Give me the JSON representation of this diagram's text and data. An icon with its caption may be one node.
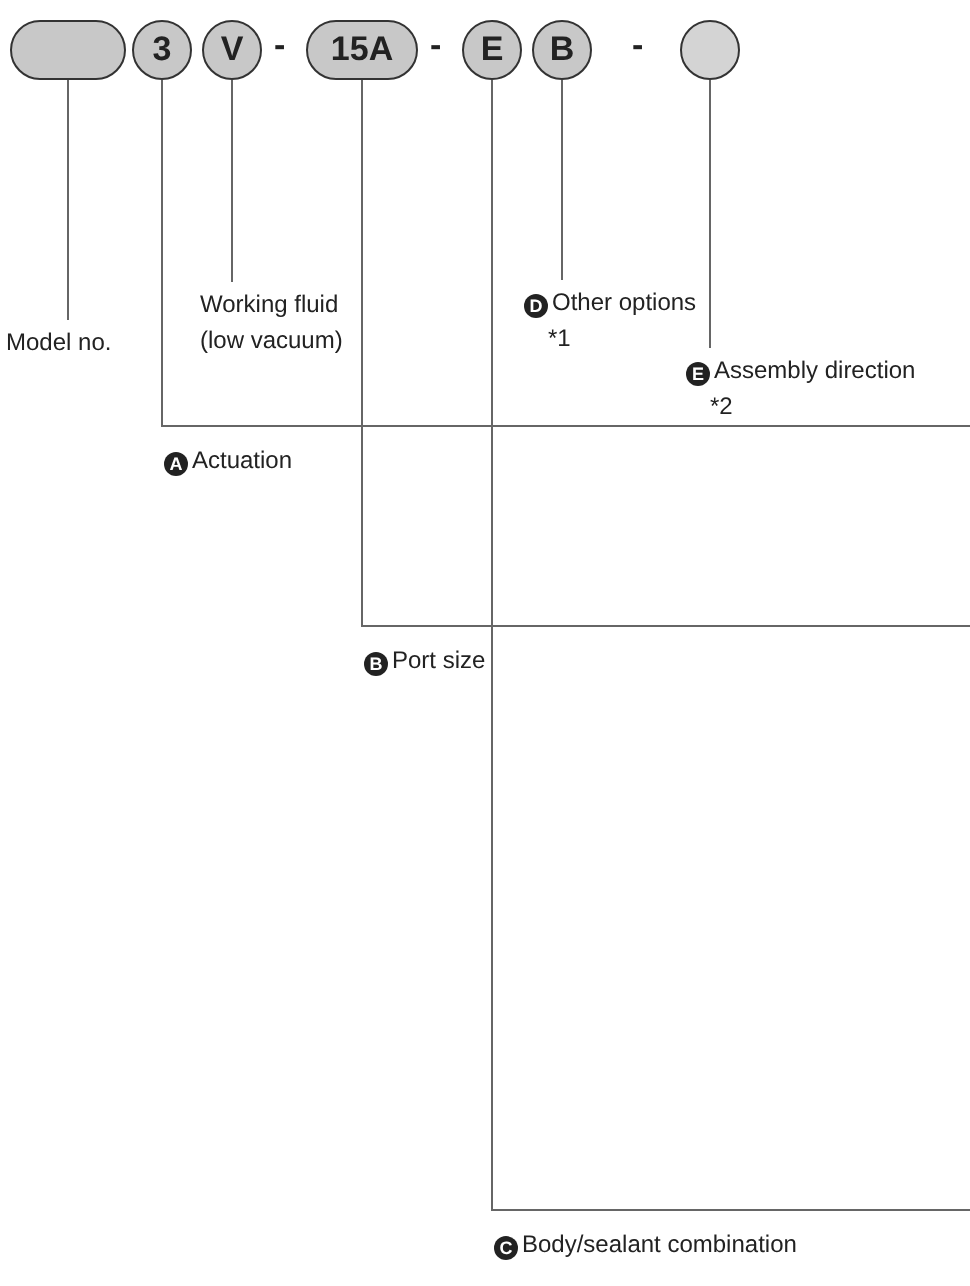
{
  "diagram": {
    "nodes": [
      {
        "text": [],
        "shape": "box"
      },
      {
        "text": [
          "3"
        ]
      },
      {
        "text": [
          "V"
        ]
      },
      {
        "text": [
          "15A"
        ]
      },
      {
        "text": [
          "E"
        ]
      },
      {
        "text": [
          "B"
        ]
      },
      {
        "text": [],
        "shape": "circle"
      },
      {
        "text": [
          "Working fluid (low vacuum)"
        ]
      },
      {
        "text": [
          "D",
          "Other options"
        ],
        "beside": [
          "*1"
        ]
      },
      {
        "text": [
          "Model no."
        ]
      },
      {
        "text": [
          "E",
          "Assembly direction"
        ],
        "beside": [
          "*2"
        ]
      },
      {
        "text": [
          "A",
          "Actuation"
        ]
      },
      {
        "text": [
          "B",
          "Port size"
        ]
      },
      {
        "text": [
          "C",
          "Body/sealant combination"
        ]
      }
    ],
    "edges": [
      {
        "from": 0,
        "to": 9,
        "arrow": "none"
      },
      {
        "from": 2,
        "to": 7,
        "arrow": "none"
      },
      {
        "from": 5,
        "to": 8,
        "arrow": "none"
      },
      {
        "from": 6,
        "to": 10,
        "arrow": "none"
      },
      {
        "from": 1,
        "to": null,
        "arrow": "none"
      },
      {
        "from": 3,
        "to": null,
        "arrow": "none"
      },
      {
        "from": 4,
        "to": null,
        "arrow": "none"
      }
    ],
    "labels": [
      "-",
      "-",
      "-"
    ]
  }
}
